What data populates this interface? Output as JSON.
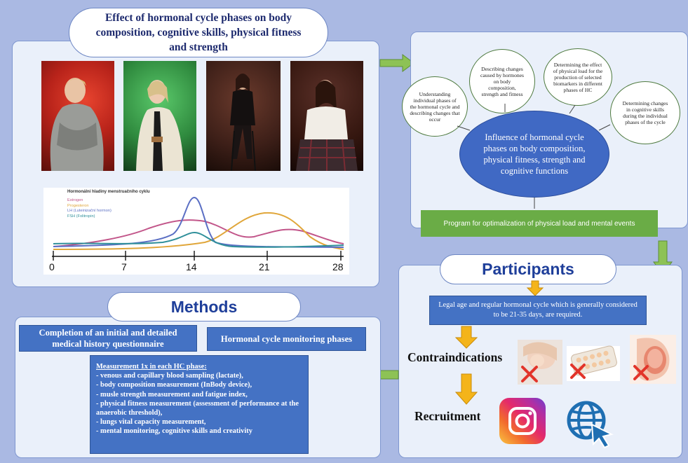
{
  "title": "Effect of hormonal cycle phases on body composition, cognitive skills, physical fitness and strength",
  "chart": {
    "title": "Hormonální hladiny menstruačního cyklu",
    "legend": [
      {
        "label": "Estrogen",
        "color": "#c2568a"
      },
      {
        "label": "Progesteron",
        "color": "#e0a63a"
      },
      {
        "label": "LH (Luteinizační hormon)",
        "color": "#5b6fc4"
      },
      {
        "label": "FSH (Folitropin)",
        "color": "#2f8f9a"
      }
    ],
    "ticks": [
      "0",
      "7",
      "14",
      "21",
      "28"
    ]
  },
  "goals": {
    "center": "Influence of hormonal cycle phases on body composition, physical fitness, strength and cognitive functions",
    "bubbles": [
      "Understanding individual phases of the hormonal cycle and describing changes that occur",
      "Describing changes caused by hormones on body composition, strength and fitness",
      "Determining the effect of physical load for the production of selected biomarkers in different phases of HC",
      "Determining changes in cognitive skills during the individual phases of the cycle"
    ],
    "program": "Program for optimalization of physical load and mental events"
  },
  "participants": {
    "heading": "Participants",
    "requirement": "Legal age and regular hormonal cycle which is generally considered to be 21-35 days, are required.",
    "contraindications": "Contraindications",
    "recruitment": "Recruitment"
  },
  "methods": {
    "heading": "Methods",
    "box1": "Completion of an initial and detailed medical history questionnaire",
    "box2": "Hormonal cycle monitoring phases",
    "measure_heading": "Measurement 1x in each HC phase:",
    "measures": [
      "- venous and capillary blood sampling (lactate),",
      "- body composition measurement (InBody device),",
      "- musle strength measurement and fatigue index,",
      "- physical fitness measurement (assessment of performance at the anaerobic threshold),",
      "- lungs vital capacity measurement,",
      "- mental monitoring, cognitive skills and creativity"
    ]
  },
  "colors": {
    "background": "#aab9e3",
    "panel": "#eaf0fa",
    "accent_blue": "#4472c4",
    "accent_green": "#6aac46",
    "arrow_orange": "#f4b41a"
  },
  "icons": [
    "instagram-icon",
    "globe-cursor-icon",
    "breastfeeding-icon",
    "contraceptive-pill-icon",
    "pregnancy-icon",
    "red-x-icon"
  ]
}
